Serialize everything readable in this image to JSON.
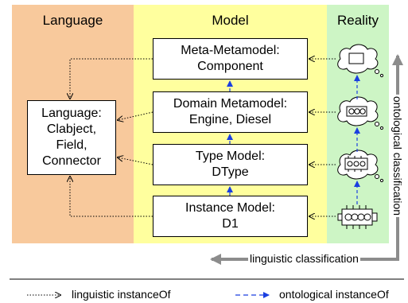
{
  "panels": {
    "language": {
      "title": "Language",
      "color": "#f8c99c"
    },
    "model": {
      "title": "Model",
      "color": "#ffff9e"
    },
    "reality": {
      "title": "Reality",
      "color": "#cdf5c5"
    }
  },
  "boxes": {
    "meta_metamodel": {
      "line1": "Meta-Metamodel:",
      "line2": "Component"
    },
    "domain_metamodel": {
      "line1": "Domain Metamodel:",
      "line2": "Engine, Diesel"
    },
    "type_model": {
      "line1": "Type Model:",
      "line2": "DType"
    },
    "instance_model": {
      "line1": "Instance Model:",
      "line2": "D1"
    },
    "language": {
      "line1": "Language:",
      "line2": "Clabject,",
      "line3": "Field,",
      "line4": "Connector"
    }
  },
  "axes": {
    "ontological": "ontological classification",
    "linguistic": "linguistic classification"
  },
  "legend": {
    "linguistic": "linguistic instanceOf",
    "ontological": "ontological instanceOf"
  },
  "colors": {
    "ontological_arrow": "#1a3fe0",
    "linguistic_arrow": "#000000",
    "axis_arrow": "#8c8c8c"
  },
  "reality_icons": [
    "component-thought-icon",
    "engine-thought-icon",
    "diesel-type-thought-icon",
    "diesel-engine-icon"
  ]
}
